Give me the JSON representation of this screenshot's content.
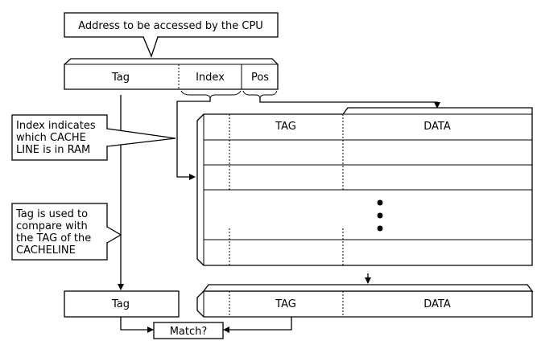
{
  "callouts": {
    "address": "Address to be accessed by the CPU",
    "index_note": [
      "Index indicates",
      "which CACHE",
      "LINE is in RAM"
    ],
    "tag_note": [
      "Tag is used to",
      "compare with",
      "the TAG of the",
      "CACHELINE"
    ]
  },
  "address_fields": {
    "tag": "Tag",
    "index": "Index",
    "pos": "Pos"
  },
  "cache_table": {
    "tag_header": "TAG",
    "data_header": "DATA",
    "ellipsis_dots": 3
  },
  "compare": {
    "tag": "Tag",
    "line_tag": "TAG",
    "line_data": "DATA",
    "match": "Match?"
  }
}
